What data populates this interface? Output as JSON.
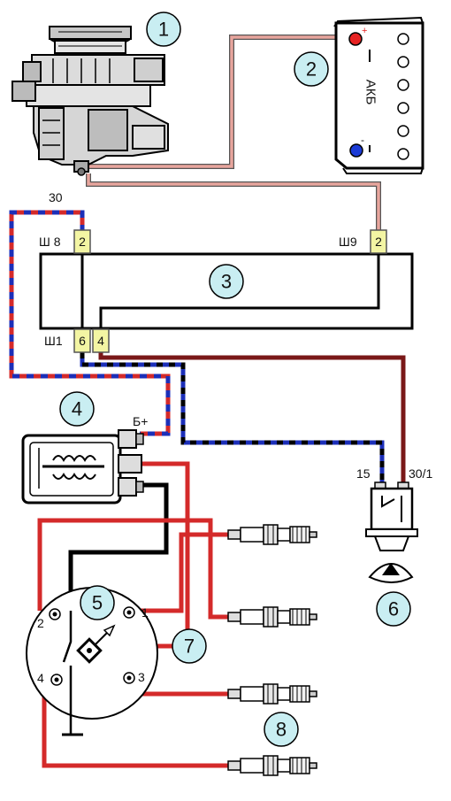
{
  "components": [
    {
      "number": "1"
    },
    {
      "number": "2"
    },
    {
      "number": "3"
    },
    {
      "number": "4"
    },
    {
      "number": "5"
    },
    {
      "number": "6"
    },
    {
      "number": "7"
    },
    {
      "number": "8"
    }
  ],
  "battery": {
    "text": "АКБ",
    "plus": "+",
    "minus": "-"
  },
  "generator": {
    "terminal": "30"
  },
  "fuse_block": {
    "connector_left_top": "Ш 8",
    "connector_right_top": "Ш9",
    "connector_left_bottom": "Ш1",
    "pin_left_top": "2",
    "pin_right_top": "2",
    "pin_bottom_a": "6",
    "pin_bottom_b": "4"
  },
  "coil": {
    "terminal": "Б+"
  },
  "ignition_switch": {
    "terminal_left": "15",
    "terminal_right": "30/1"
  },
  "distributor": {
    "terminals": [
      "1",
      "2",
      "3",
      "4"
    ]
  },
  "colors": {
    "badge_fill": "#c9eef2",
    "pin_fill": "#f3f5a3",
    "wire_red": "#d42a2a",
    "wire_pink": "#e8a59d",
    "wire_dark_red": "#7a1818",
    "wire_blue": "#1c2fb8",
    "wire_black": "#000000"
  }
}
